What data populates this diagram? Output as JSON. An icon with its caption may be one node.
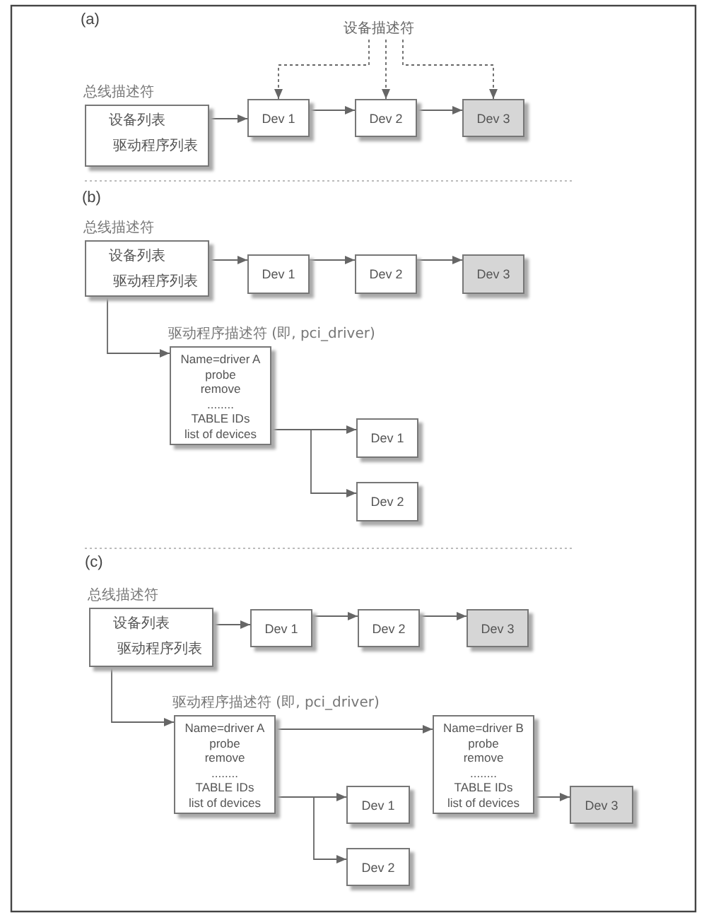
{
  "diagram": {
    "nodes": [
      {
        "text": [
          "总线描述符",
          "设备列表",
          "驱动程序列表"
        ]
      },
      {
        "text": [
          "Dev 1"
        ]
      },
      {
        "text": [
          "Dev 2"
        ]
      },
      {
        "text": [
          "Dev 3"
        ]
      },
      {
        "text": [
          "设备描述符"
        ]
      },
      {
        "text": [
          "总线描述符",
          "设备列表",
          "驱动程序列表"
        ]
      },
      {
        "text": [
          "Dev 1"
        ]
      },
      {
        "text": [
          "Dev 2"
        ]
      },
      {
        "text": [
          "Dev 3"
        ]
      },
      {
        "text": [
          "驱动程序描述符 (即, pci_driver)",
          "Name=driver A",
          "probe",
          "remove",
          "........",
          "TABLE IDs",
          "list of devices"
        ]
      },
      {
        "text": [
          "Dev 1"
        ]
      },
      {
        "text": [
          "Dev 2"
        ]
      },
      {
        "text": [
          "总线描述符",
          "设备列表",
          "驱动程序列表"
        ]
      },
      {
        "text": [
          "Dev 1"
        ]
      },
      {
        "text": [
          "Dev 2"
        ]
      },
      {
        "text": [
          "Dev 3"
        ]
      },
      {
        "text": [
          "驱动程序描述符 (即, pci_driver)",
          "Name=driver A",
          "probe",
          "remove",
          "........",
          "TABLE IDs",
          "list of devices"
        ]
      },
      {
        "text": [
          "Name=driver B",
          "probe",
          "remove",
          "........",
          "TABLE IDs",
          "list of devices"
        ]
      },
      {
        "text": [
          "Dev 1"
        ]
      },
      {
        "text": [
          "Dev 2"
        ]
      },
      {
        "text": [
          "Dev 3"
        ]
      }
    ],
    "edges": [
      {
        "from": 0,
        "to": 1,
        "arrow": "to"
      },
      {
        "from": 1,
        "to": 2,
        "arrow": "to"
      },
      {
        "from": 2,
        "to": 3,
        "arrow": "to"
      },
      {
        "from": 4,
        "to": 1,
        "arrow": "to",
        "style": "dashed"
      },
      {
        "from": 4,
        "to": 2,
        "arrow": "to",
        "style": "dashed"
      },
      {
        "from": 4,
        "to": 3,
        "arrow": "to",
        "style": "dashed"
      },
      {
        "from": 5,
        "to": 6,
        "arrow": "to"
      },
      {
        "from": 6,
        "to": 7,
        "arrow": "to"
      },
      {
        "from": 7,
        "to": 8,
        "arrow": "to"
      },
      {
        "from": 5,
        "to": 9,
        "arrow": "to"
      },
      {
        "from": 9,
        "to": 10,
        "arrow": "to"
      },
      {
        "from": 9,
        "to": 11,
        "arrow": "to"
      },
      {
        "from": 12,
        "to": 13,
        "arrow": "to"
      },
      {
        "from": 13,
        "to": 14,
        "arrow": "to"
      },
      {
        "from": 14,
        "to": 15,
        "arrow": "to"
      },
      {
        "from": 12,
        "to": 16,
        "arrow": "to"
      },
      {
        "from": 16,
        "to": 17,
        "arrow": "to"
      },
      {
        "from": 16,
        "to": 18,
        "arrow": "to"
      },
      {
        "from": 16,
        "to": 19,
        "arrow": "to"
      },
      {
        "from": 17,
        "to": 20,
        "arrow": "to"
      }
    ],
    "labels": [
      "(a)",
      "(b)",
      "(c)"
    ]
  }
}
